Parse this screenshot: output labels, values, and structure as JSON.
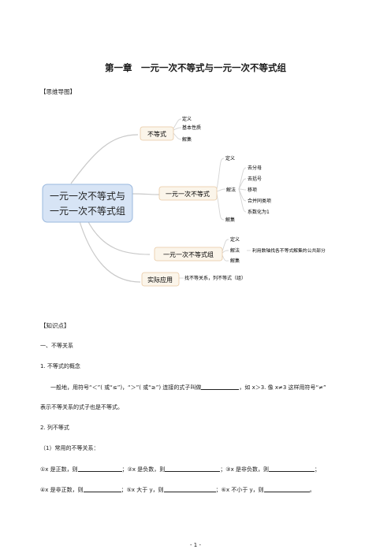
{
  "title": "第一章　一元一次不等式与一元一次不等式组",
  "mindmap_heading": "【思维导图】",
  "mindmap": {
    "root": "一元一次不等式与一元一次不等式组",
    "root_line1": "一元一次不等式与",
    "root_line2": "一元一次不等式组",
    "b1": {
      "label": "不等式",
      "items": [
        "定义",
        "基本性质",
        "解集"
      ]
    },
    "b2": {
      "label": "一元一次不等式",
      "def": "定义",
      "method": "解法",
      "steps": [
        "去分母",
        "去括号",
        "移项",
        "合并同类项",
        "系数化为1"
      ],
      "solset": "解集"
    },
    "b3": {
      "label": "一元一次不等式组",
      "def": "定义",
      "method": "解法",
      "method_note": "利用数轴找各不等式解集的公共部分",
      "solset": "解集"
    },
    "b4": {
      "label": "实际应用",
      "note": "找不等关系，列不等式（组）"
    }
  },
  "knowledge_heading": "【知识点】",
  "s1_heading": "一、不等关系",
  "s1_1": "1. 不等式的概念",
  "para1_a": "一般地，用符号“＜”( 或“≤”)，“＞”( 或“≥”) 连接的式子叫做",
  "para1_b": "，如 x＞3. 像 x≠3 这样用符号“≠”",
  "para1_line2": "表示不等关系的式子也是不等式。",
  "s1_2": "2. 列不等式",
  "s1_2_1": "（1）常用的不等关系：",
  "row1": [
    "①x 是正数，则",
    "；②x 是负数，则",
    "；③x 是非负数，则",
    "；"
  ],
  "row2": [
    "④x 是非正数，则",
    "；⑤x 大于 y，则",
    "；⑥x 不小于 y，则",
    "。"
  ],
  "page_number": "- 1 -"
}
